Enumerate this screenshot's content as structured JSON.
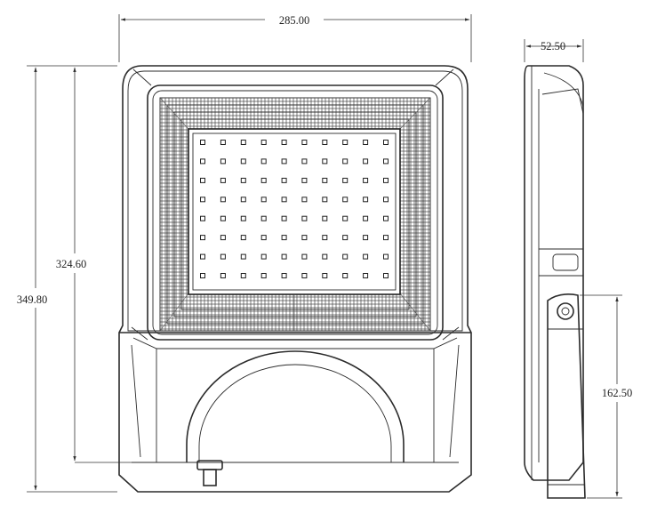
{
  "dimensions": {
    "width_front": "285.00",
    "depth_side": "52.50",
    "height_total": "349.80",
    "height_body": "324.60",
    "height_bracket": "162.50"
  },
  "led_grid": {
    "rows": 8,
    "cols": 10
  }
}
